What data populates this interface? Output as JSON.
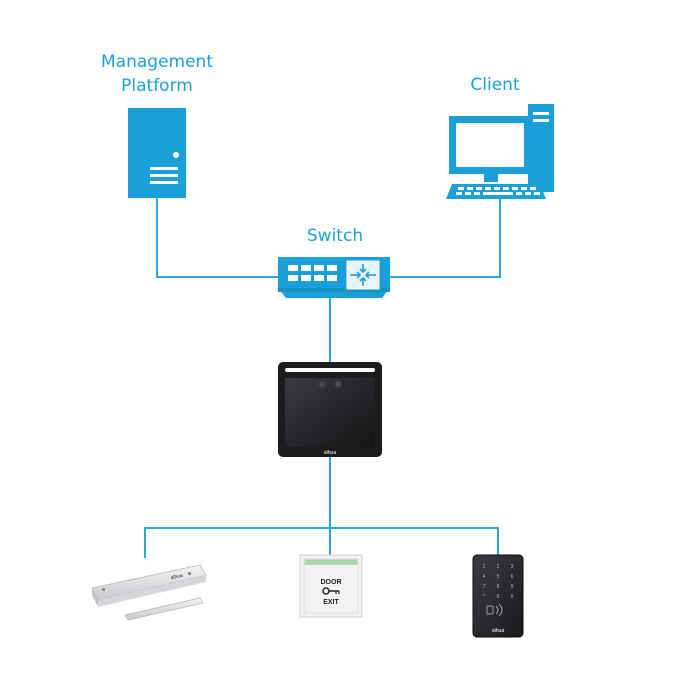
{
  "nodes": {
    "management_platform": {
      "label_line1": "Management",
      "label_line2": "Platform"
    },
    "client": {
      "label": "Client"
    },
    "switch": {
      "label": "Switch"
    },
    "face_terminal": {
      "brand_mark": "alhua"
    },
    "magnetic_lock": {
      "brand_mark": "alhua"
    },
    "exit_button": {
      "text_line1": "DOOR",
      "text_line2": "EXIT"
    },
    "card_reader": {
      "brand_mark": "alhua",
      "keypad": [
        "1",
        "2",
        "3",
        "4",
        "5",
        "6",
        "7",
        "8",
        "9",
        "*",
        "0",
        "#"
      ]
    }
  },
  "colors": {
    "accent": "#1aa0d8",
    "line": "#2aa6dd",
    "device_dark": "#1c1c1e",
    "screen": "#2d2d33"
  }
}
